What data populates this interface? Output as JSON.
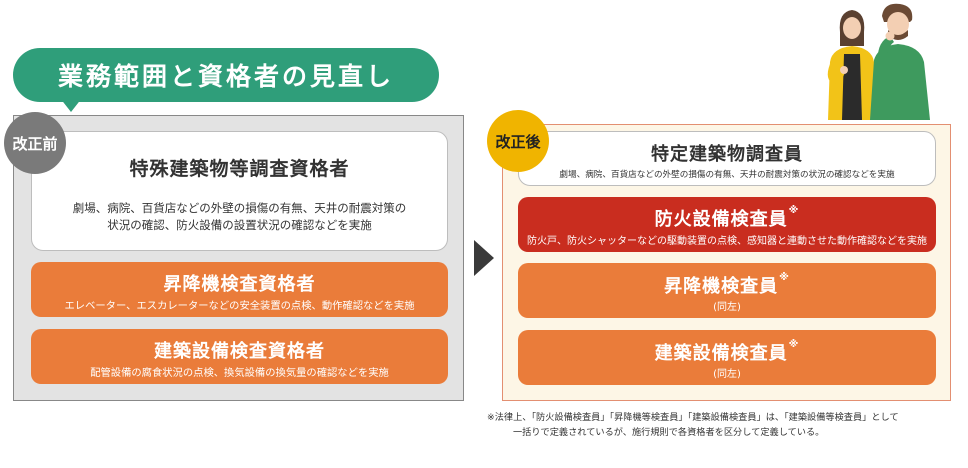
{
  "title": "業務範囲と資格者の見直し",
  "before": {
    "badge": "改正前",
    "main": {
      "title": "特殊建築物等調査資格者",
      "desc_line1": "劇場、病院、百貨店などの外壁の損傷の有無、天井の耐震対策の",
      "desc_line2": "状況の確認、防火設備の設置状況の確認などを実施"
    },
    "elevator": {
      "title": "昇降機検査資格者",
      "desc": "エレベーター、エスカレーターなどの安全装置の点検、動作確認などを実施"
    },
    "building": {
      "title": "建築設備検査資格者",
      "desc": "配管設備の腐食状況の点検、換気設備の換気量の確認などを実施"
    }
  },
  "after": {
    "badge": "改正後",
    "main": {
      "title": "特定建築物調査員",
      "desc": "劇場、病院、百貨店などの外壁の損傷の有無、天井の耐震対策の状況の確認などを実施"
    },
    "fire": {
      "title": "防火設備検査員",
      "mark": "※",
      "desc": "防火戸、防火シャッターなどの駆動装置の点検、感知器と連動させた動作確認などを実施"
    },
    "elevator": {
      "title": "昇降機検査員",
      "mark": "※",
      "desc": "(同左)"
    },
    "building": {
      "title": "建築設備検査員",
      "mark": "※",
      "desc": "(同左)"
    }
  },
  "footnote": {
    "line1": "※法律上、「防火設備検査員」「昇降機等検査員」「建築設備検査員」は、「建築設備等検査員」として",
    "line2": "一括りで定義されているが、施行規則で各資格者を区分して定義している。"
  },
  "colors": {
    "title_bg": "#2f9e7a",
    "orange": "#ea7c3a",
    "red": "#c92d1f",
    "before_badge": "#7a7a7a",
    "after_badge": "#f0b400"
  }
}
